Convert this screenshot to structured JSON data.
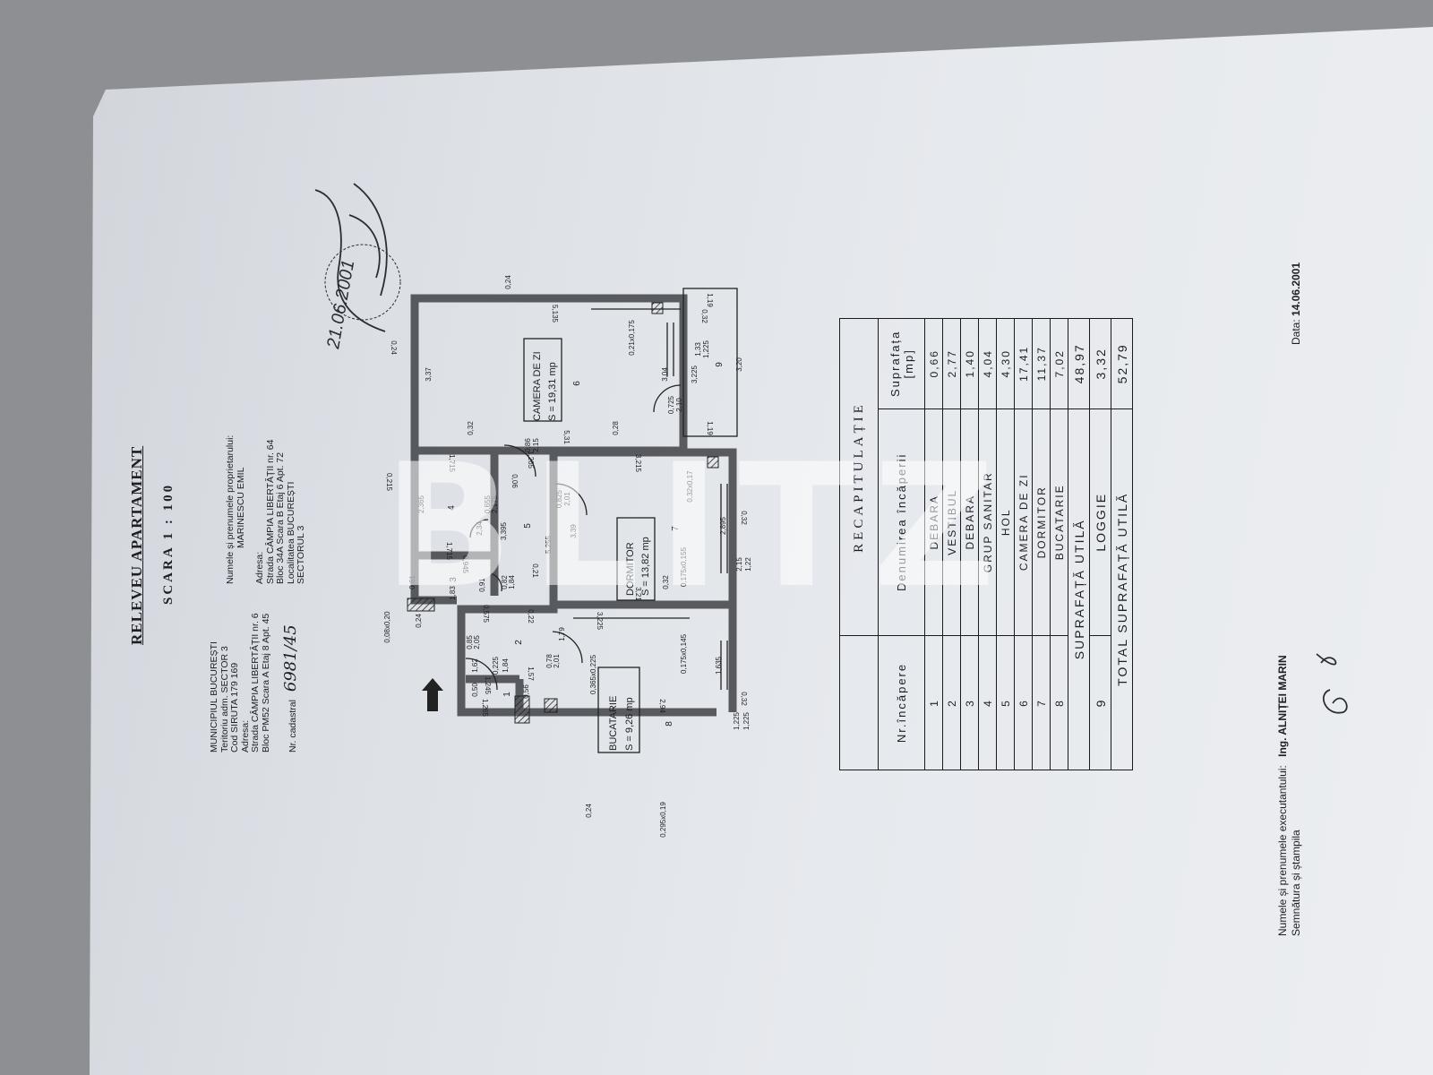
{
  "document": {
    "title": "RELEVEU APARTAMENT",
    "scale": "SCARA 1 : 100",
    "location": {
      "line1": "MUNICIPIUL BUCUREȘTI",
      "line2": "Teritoriu adm. SECTOR 3",
      "line3": "Cod SIRUTA   179 169",
      "line4": "Adresa:",
      "line5": "Strada CÂMPIA LIBERTĂȚII nr. 6",
      "line6": "Bloc PM52 Scara A Etaj 8 Apt. 45",
      "cadastral_label": "Nr. cadastral",
      "cadastral_value": "6981/45"
    },
    "owner": {
      "label": "Numele și prenumele proprietarului:",
      "name": "MARINESCU EMIL",
      "address_label": "Adresa:",
      "line1": "Strada CÂMPIA LIBERTĂȚII nr. 64",
      "line2": "Bloc 34A Scara B Etaj 6 Apt. 72",
      "line3": "Localitatea BUCUREȘTI",
      "line4": "SECTORUL 3"
    },
    "stamp_date": "21.06.2001"
  },
  "plan": {
    "rooms": [
      {
        "name": "CAMERA DE ZI",
        "area": "S = 19,31 mp",
        "nr": "6"
      },
      {
        "name": "DORMITOR",
        "area": "S = 13,82 mp",
        "nr": "7"
      },
      {
        "name": "BUCATARIE",
        "area": "S = 9,26 mp",
        "nr": "8"
      }
    ],
    "room_numbers": [
      "1",
      "2",
      "3",
      "4",
      "5",
      "9"
    ],
    "dims": [
      "0,24",
      "5,135",
      "0,24",
      "3,37",
      "0,21x0,175",
      "0,32",
      "1,19",
      "3,04",
      "3,225",
      "1,33",
      "1,225",
      "3,20",
      "0,725",
      "2,10",
      "1,19",
      "0,32",
      "0,28",
      "0,86",
      "2,15",
      "5,31",
      "1,265",
      "1,715",
      "3,215",
      "0,215",
      "0,06",
      "2,365",
      "0,655",
      "2,175",
      "0,825",
      "2,01",
      "0,32x0,17",
      "2,34",
      "3,395",
      "5,255",
      "3,39",
      "2,895",
      "1,715",
      "0,945",
      "0,21",
      "0,175x0,155",
      "0,61",
      "1,83",
      "0,91",
      "0,82",
      "1,84",
      "0,32",
      "3,21",
      "0,08x0,20",
      "0,24",
      "0,575",
      "0,22",
      "3,225",
      "0,85",
      "2,05",
      "1,79",
      "0,78",
      "2,01",
      "0,365x0,225",
      "0,175x0,145",
      "1,635",
      "1,62",
      "0,225",
      "1,84",
      "1,57",
      "0,50",
      "1,245",
      "0,56",
      "1,265",
      "2,94",
      "0,24",
      "0,295x0,19",
      "1,225",
      "1,225",
      "0,32",
      "2,15",
      "1,22",
      "0,32"
    ]
  },
  "recap": {
    "title": "RECAPITULAȚIE",
    "headers": [
      "Nr.încăpere",
      "Denumirea încăperii",
      "Suprafața [mp]"
    ],
    "rows": [
      {
        "nr": "1",
        "name": "DEBARA",
        "area": "0,66"
      },
      {
        "nr": "2",
        "name": "VESTIBUL",
        "area": "2,77"
      },
      {
        "nr": "3",
        "name": "DEBARA",
        "area": "1,40"
      },
      {
        "nr": "4",
        "name": "GRUP SANITAR",
        "area": "4,04"
      },
      {
        "nr": "5",
        "name": "HOL",
        "area": "4,30"
      },
      {
        "nr": "6",
        "name": "CAMERA DE ZI",
        "area": "17,41"
      },
      {
        "nr": "7",
        "name": "DORMITOR",
        "area": "11,37"
      },
      {
        "nr": "8",
        "name": "BUCATARIE",
        "area": "7,02"
      }
    ],
    "useful_label": "SUPRAFAȚĂ UTILĂ",
    "useful_area": "48,97",
    "loggia": {
      "nr": "9",
      "name": "LOGGIE",
      "area": "3,32"
    },
    "total_label": "TOTAL SUPRAFAȚĂ UTILĂ",
    "total_area": "52,79"
  },
  "footer": {
    "executant_label": "Numele și prenumele executantului:",
    "executant_name": "Ing. ALNIȚEI MARIN",
    "signature_label": "Semnătura și ștampila",
    "date_label": "Data:",
    "date_value": "14.06.2001"
  },
  "watermark": "BLITZ",
  "colors": {
    "paper": "#e3e6ea",
    "ink": "#1d1f24",
    "background": "#8d8f92"
  }
}
